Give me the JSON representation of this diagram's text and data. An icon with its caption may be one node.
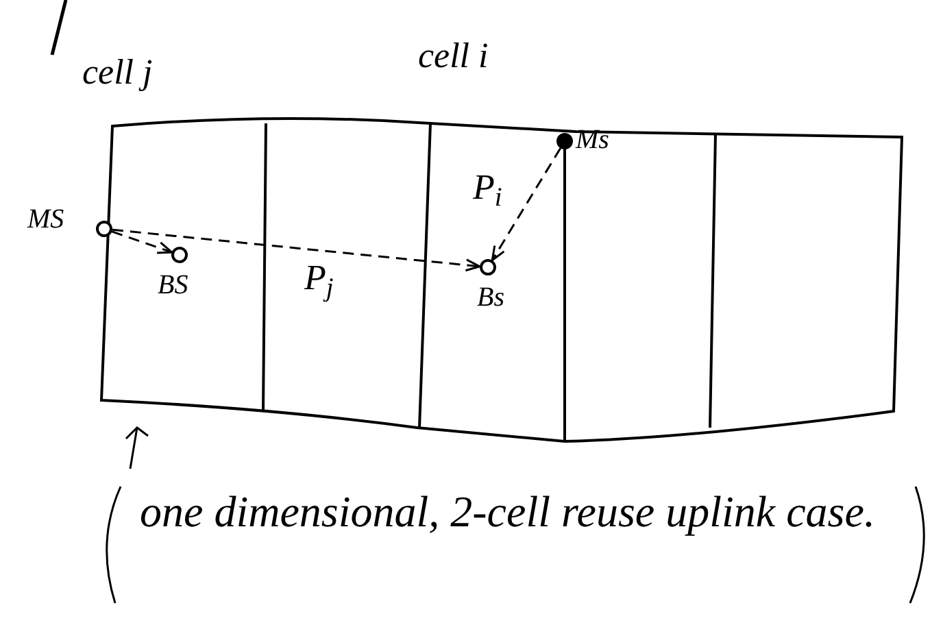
{
  "diagram": {
    "caption": "one dimensional, 2-cell reuse uplink case.",
    "nodes": [
      {
        "text": [],
        "shape": "circle",
        "beside": [
          "MS"
        ]
      },
      {
        "text": [],
        "shape": "circle",
        "beside": [
          "BS"
        ]
      },
      {
        "text": [],
        "shape": "circle",
        "beside": [
          "Bs"
        ]
      },
      {
        "text": [],
        "shape": "dot",
        "beside": [
          "Ms"
        ]
      }
    ],
    "edges": [
      {
        "from": 0,
        "to": 1,
        "arrow": "to",
        "style": "dashed"
      },
      {
        "from": 0,
        "to": 2,
        "arrow": "to",
        "style": "dashed"
      },
      {
        "from": 3,
        "to": 2,
        "arrow": "to",
        "style": "dashed"
      }
    ],
    "labels": [
      "cell j",
      "cell i",
      "P$_{i}$",
      "P$_{j}$"
    ]
  }
}
